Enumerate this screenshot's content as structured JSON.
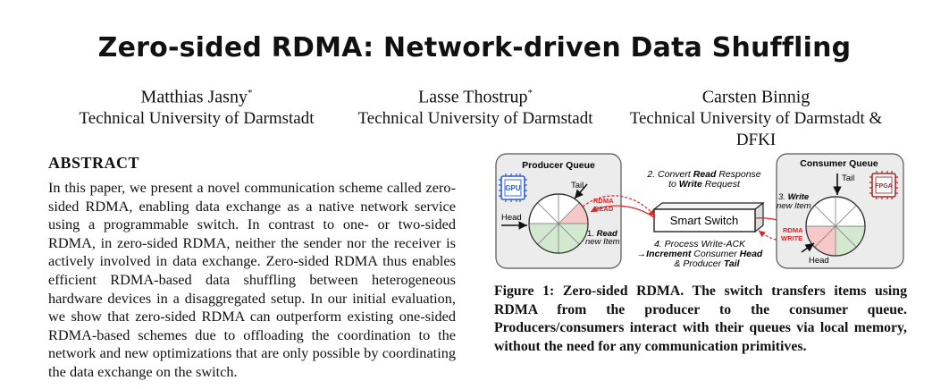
{
  "title": "Zero-sided RDMA: Network-driven Data Shuffling",
  "authors": [
    {
      "name": "Matthias Jasny",
      "mark": "*",
      "affiliation": "Technical University of Darmstadt",
      "affiliation2": ""
    },
    {
      "name": "Lasse Thostrup",
      "mark": "*",
      "affiliation": "Technical University of Darmstadt",
      "affiliation2": ""
    },
    {
      "name": "Carsten Binnig",
      "mark": "",
      "affiliation": "Technical University of Darmstadt &",
      "affiliation2": "DFKI"
    }
  ],
  "abstract": {
    "heading": "ABSTRACT",
    "text": "In this paper, we present a novel communication scheme called zero-sided RDMA, enabling data exchange as a native network service using a programmable switch. In contrast to one- or two-sided RDMA, in zero-sided RDMA, neither the sender nor the receiver is actively involved in data exchange. Zero-sided RDMA thus enables efficient RDMA-based data shuffling between heterogeneous hardware devices in a disaggregated setup. In our initial evaluation, we show that zero-sided RDMA can outperform existing one-sided RDMA-based schemes due to offloading the coordination to the network and new optimizations that are only possible by coordinating the data exchange on the switch."
  },
  "figure": {
    "producer_title": "Producer Queue",
    "consumer_title": "Consumer Queue",
    "gpu_label": "GPU",
    "fpga_label": "FPGA",
    "tail_label": "Tail",
    "head_label": "Head",
    "rdma_read_1": "RDMA",
    "rdma_read_2": "READ",
    "rdma_write_1": "RDMA",
    "rdma_write_2": "WRITE",
    "step1_a": "1.",
    "step1_b": "Read",
    "step1_c": "new Item",
    "step2_a": "2. Convert",
    "step2_b": "Read",
    "step2_c": "Response",
    "step2_d": "to",
    "step2_e": "Write",
    "step2_f": "Request",
    "step3_a": "3.",
    "step3_b": "Write",
    "step3_c": "new Item",
    "step4_a": "4. Process Write-ACK",
    "step4_b": "→Increment",
    "step4_c": "Consumer",
    "step4_d": "Head",
    "step4_e": "& Producer",
    "step4_f": "Tail",
    "switch_label": "Smart Switch",
    "colors": {
      "green": "#d3e9cf",
      "red": "#f6c8c8",
      "arrow": "#dd2222",
      "panel": "#ececec"
    }
  },
  "caption": {
    "label": "Figure 1:",
    "text": "Zero-sided RDMA. The switch transfers items using RDMA from the producer to the consumer queue. Producers/consumers interact with their queues via local memory, without the need for any communication primitives."
  }
}
